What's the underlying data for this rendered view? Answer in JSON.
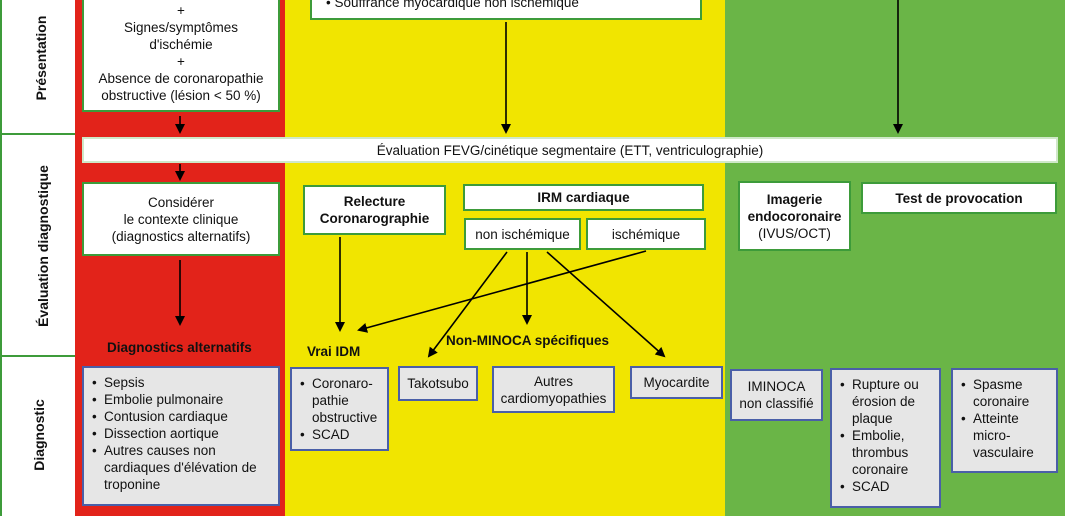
{
  "rows": {
    "presentation": "Présentation",
    "evaluation": "Évaluation diagnostique",
    "diagnostic": "Diagnostic"
  },
  "presentation": {
    "left_box_lines": [
      "+",
      "Signes/symptômes",
      "d'ischémie",
      "+",
      "Absence de coronaropathie",
      "obstructive (lésion < 50 %)"
    ],
    "center_box_item": "Souffrance myocardique non ischémique"
  },
  "evaluation": {
    "fevg": "Évaluation FEVG/cinétique segmentaire (ETT, ventriculographie)",
    "considerer_lines": [
      "Considérer",
      "le contexte clinique",
      "(diagnostics alternatifs)"
    ],
    "relecture_lines": [
      "Relecture",
      "Coronarographie"
    ],
    "irm": "IRM cardiaque",
    "non_ischemique": "non ischémique",
    "ischemique": "ischémique",
    "imagerie_lines": [
      "Imagerie",
      "endocoronaire"
    ],
    "imagerie_sub": "(IVUS/OCT)",
    "test_provocation": "Test de provocation"
  },
  "diagnostic": {
    "alternatifs_title": "Diagnostics alternatifs",
    "alternatifs_items": [
      "Sepsis",
      "Embolie pulmonaire",
      "Contusion cardiaque",
      "Dissection aortique",
      "Autres causes non cardiaques d'élévation de troponine"
    ],
    "vrai_idm_title": "Vrai IDM",
    "vrai_idm_items": [
      "Coronaro-pathie obstructive",
      "SCAD"
    ],
    "non_minoca_title": "Non-MINOCA spécifiques",
    "takotsubo": "Takotsubo",
    "autres_cardio": "Autres cardiomyopathies",
    "myocardite": "Myocardite",
    "iminoca": "IMINOCA non classifié",
    "rupture_items": [
      "Rupture ou érosion de plaque",
      "Embolie, thrombus coronaire",
      "SCAD"
    ],
    "spasme_items": [
      "Spasme coronaire",
      "Atteinte micro-vasculaire"
    ]
  }
}
